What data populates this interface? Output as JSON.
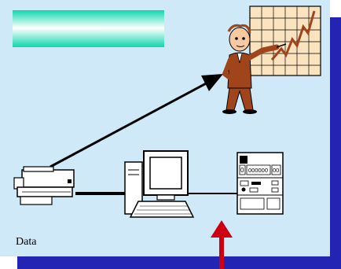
{
  "labels": {
    "data": "Data"
  },
  "device_labels": {
    "rack_display": "000000",
    "rack_left_digit": "0",
    "rack_right_digits": "00"
  },
  "colors": {
    "panel_background": "#cfe9f9",
    "panel_shadow": "#2323b4",
    "banner_gradient_edge": "#0fd6ad",
    "link_line": "#000000",
    "input_arrow": "#cc0011",
    "presenter_suit": "#a0441c",
    "chart_background": "#fbe3c0"
  },
  "icons": [
    "printer-icon",
    "computer-icon",
    "rack-equipment-icon",
    "presenter-icon"
  ]
}
